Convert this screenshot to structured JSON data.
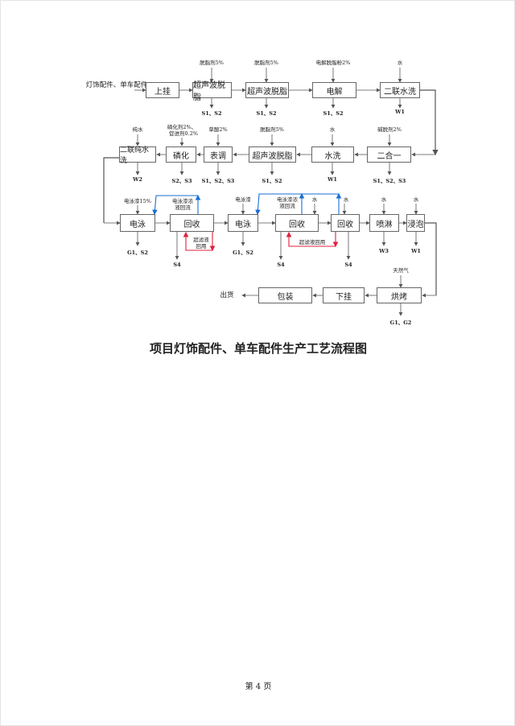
{
  "diagram": {
    "source": "灯饰配件、单车配件",
    "row1": {
      "steps": [
        "上挂",
        "超声波脱脂",
        "超声波脱脂",
        "电解",
        "二联水洗"
      ],
      "inputs": [
        "脱脂剂5%",
        "脱脂剂5%",
        "电解脱脂粉2%",
        "水"
      ],
      "outputs": [
        "S1、S2",
        "S1、S2",
        "S1、S2",
        "W1"
      ]
    },
    "row2": {
      "steps": [
        "二合一",
        "水洗",
        "超声波脱脂",
        "表调",
        "磷化",
        "二联纯水洗"
      ],
      "inputs": [
        "碱脱剂2%",
        "水",
        "脱脂剂5%",
        "草酸2%",
        "磷化剂2%、",
        "促进剂0.2%",
        "纯水"
      ],
      "outputs": [
        "S1、S2、S3",
        "W1",
        "S1、S2",
        "S1、S2、S3",
        "S2、S3",
        "W2"
      ]
    },
    "row3": {
      "steps": [
        "电泳",
        "回收",
        "电泳",
        "回收",
        "回收",
        "喷淋",
        "浸泡"
      ],
      "inputs": [
        "电泳漆15%",
        "电泳漆",
        "水",
        "水",
        "水",
        "水"
      ],
      "recycle_labels": [
        "电泳漆浓",
        "液回流",
        "电泳漆浓",
        "液回流",
        "超滤液",
        "回用",
        "超滤液回用"
      ],
      "outputs": [
        "G1、S2",
        "S4",
        "G1、S2",
        "S4",
        "S4",
        "W3",
        "W1"
      ]
    },
    "row4": {
      "steps": [
        "烘烤",
        "下挂",
        "包装"
      ],
      "input": "天然气",
      "output": "G1、G2",
      "final": "出货"
    },
    "colors": {
      "reflux": "#1a6fd6",
      "reuse": "#e0203c",
      "line": "#555555"
    }
  },
  "title": "项目灯饰配件、单车配件生产工艺流程图",
  "page_number": "第 4 页"
}
